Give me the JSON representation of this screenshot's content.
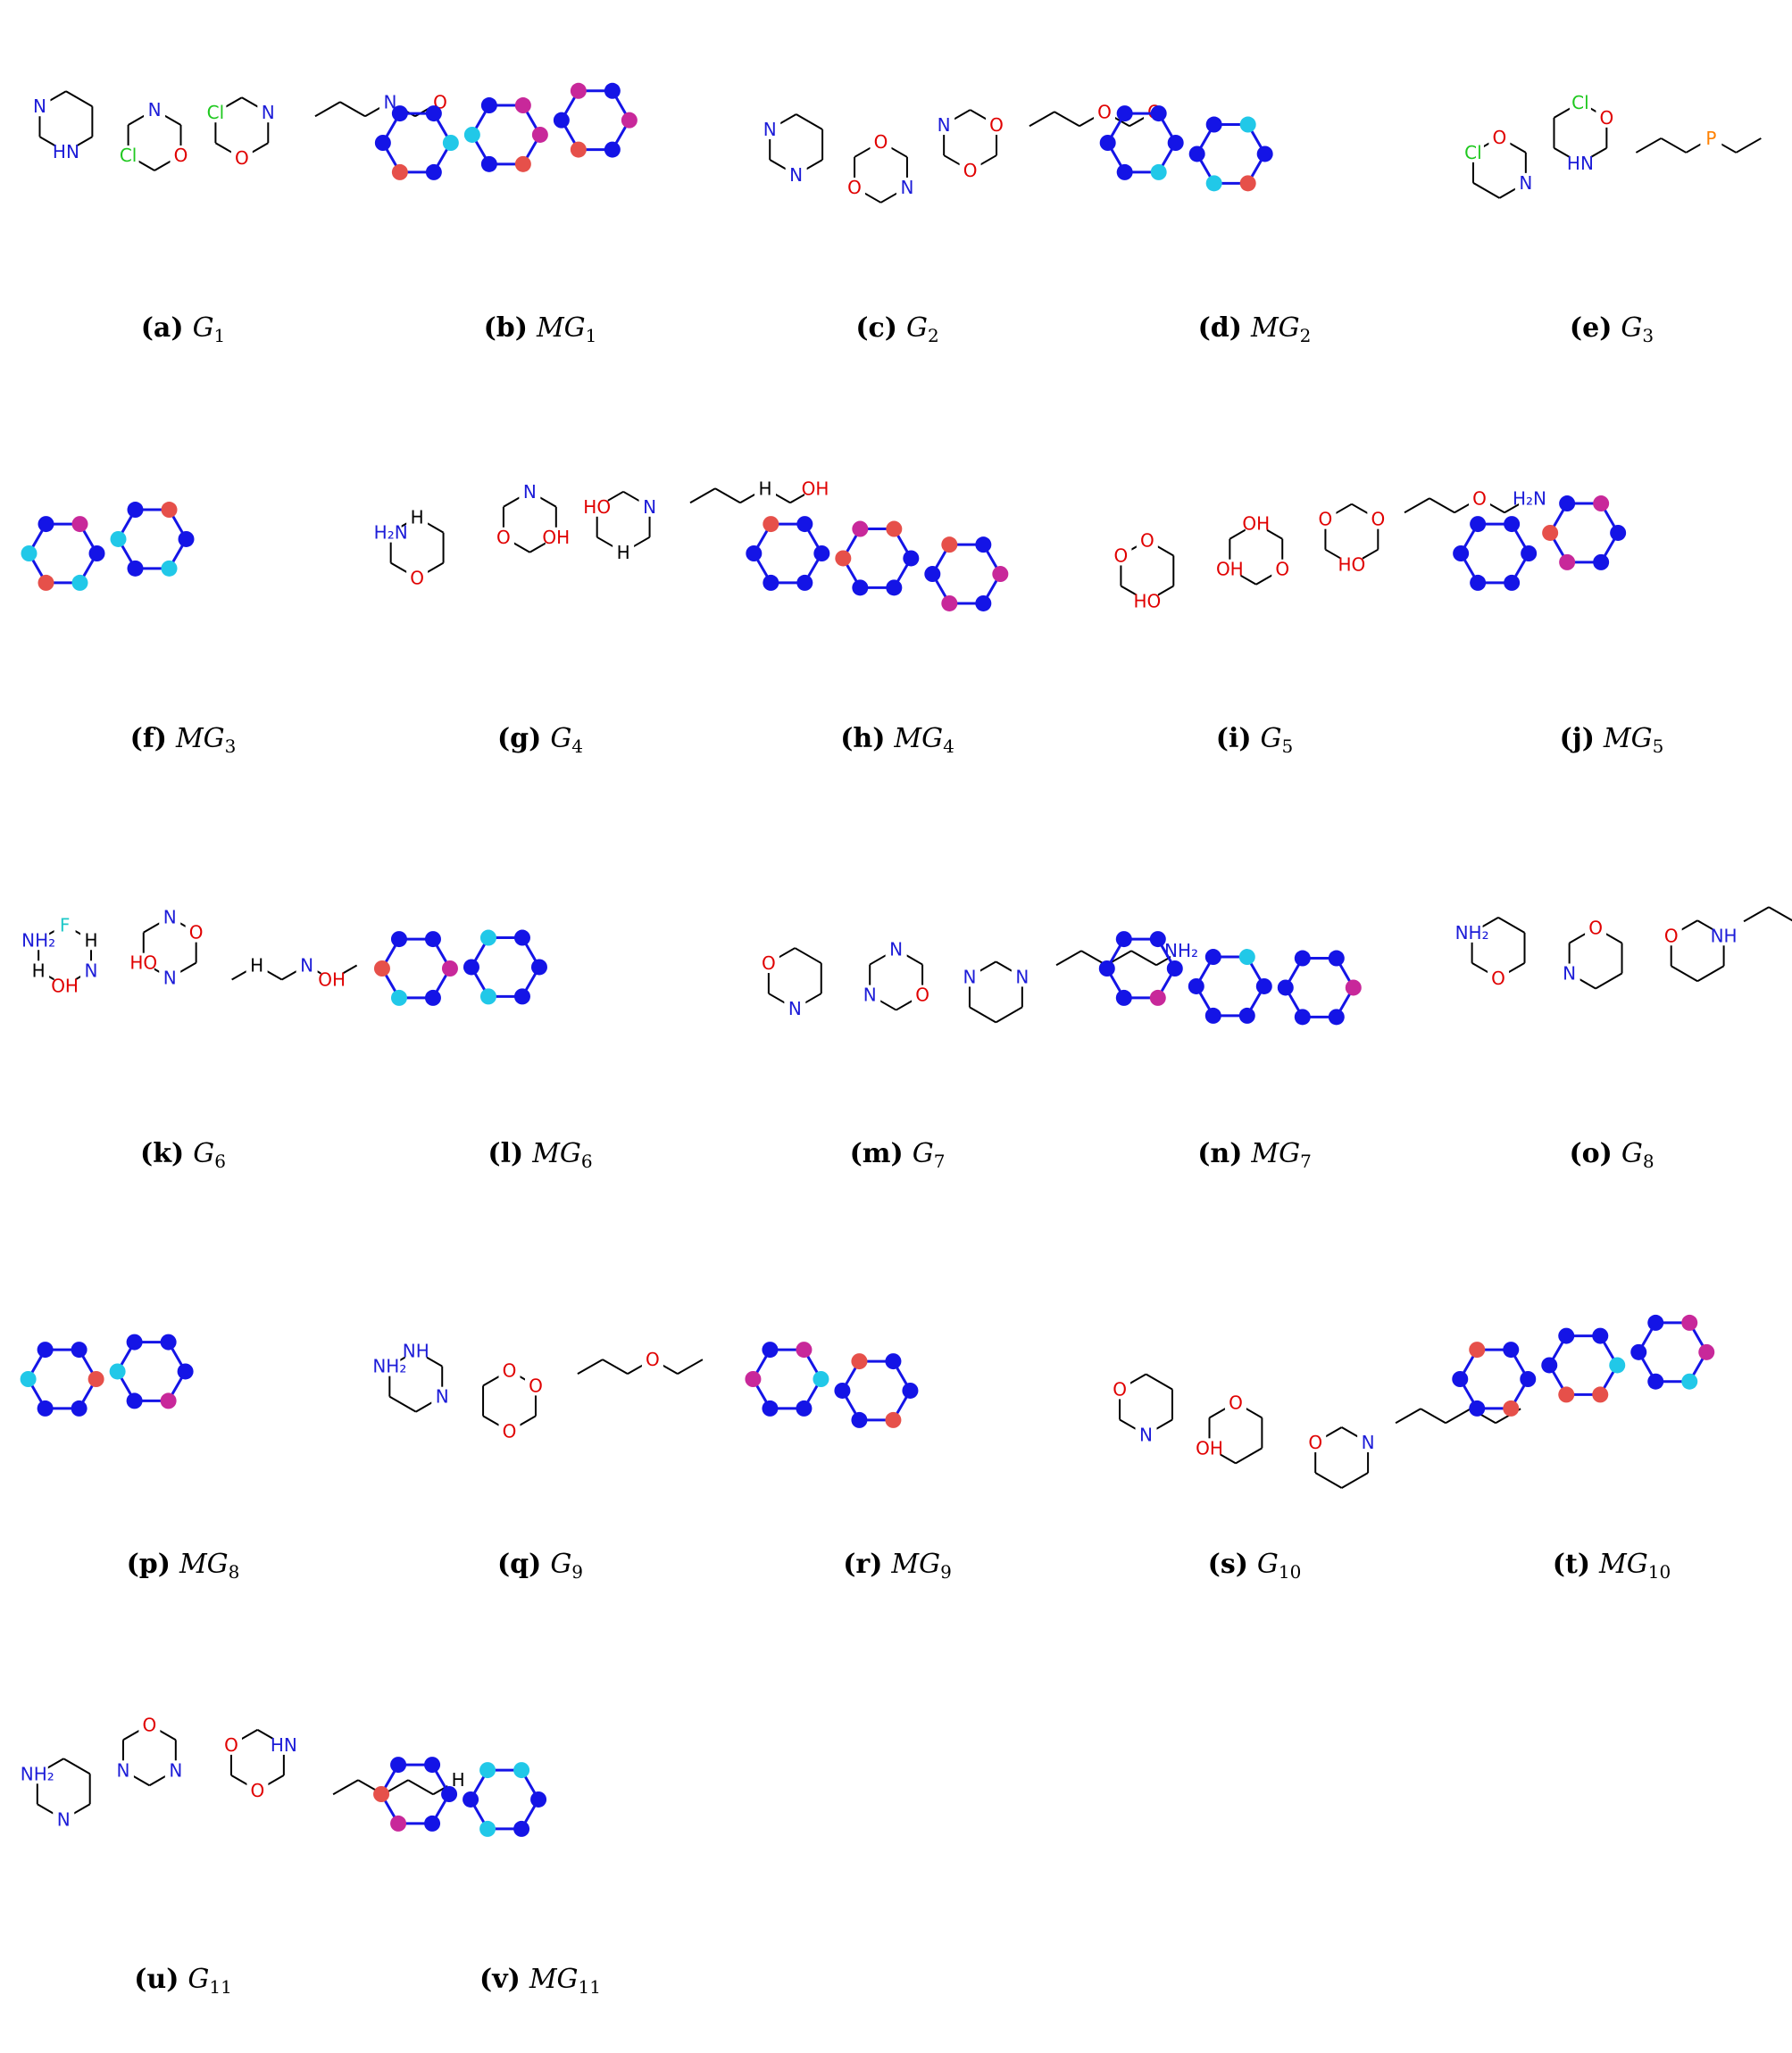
{
  "colors": {
    "atom_blue": "#1414e6",
    "atom_magenta": "#c8289a",
    "atom_red": "#e6504a",
    "atom_cyan": "#21c8e8",
    "atom_mint": "#9be0cf",
    "atom_tan": "#e8c98a",
    "atom_lime": "#a8e020",
    "bond_black": "#000000",
    "label_N": "#1c1cd8",
    "label_O": "#e00000",
    "label_Cl": "#1ec81e",
    "label_F": "#1ec8c8",
    "label_P": "#ff8000"
  },
  "panels": [
    {
      "id": "a",
      "label": "(a)",
      "name": "G",
      "sub": "1",
      "kind": "skeletal",
      "seed": 11,
      "atoms": [
        {
          "t": "N",
          "c": "label_N"
        },
        {
          "t": "N",
          "c": "label_N"
        },
        {
          "t": "N",
          "c": "label_N"
        },
        {
          "t": "HN",
          "c": "label_N"
        },
        {
          "t": "Cl",
          "c": "label_Cl"
        },
        {
          "t": "Cl",
          "c": "label_Cl"
        },
        {
          "t": "O",
          "c": "label_O"
        },
        {
          "t": "O",
          "c": "label_O"
        },
        {
          "t": "O",
          "c": "label_O"
        },
        {
          "t": "N",
          "c": "label_N"
        }
      ]
    },
    {
      "id": "b",
      "label": "(b)",
      "name": "MG",
      "sub": "1",
      "kind": "ball",
      "seed": 12
    },
    {
      "id": "c",
      "label": "(c)",
      "name": "G",
      "sub": "2",
      "kind": "skeletal",
      "seed": 13,
      "atoms": [
        {
          "t": "N",
          "c": "label_N"
        },
        {
          "t": "O",
          "c": "label_O"
        },
        {
          "t": "O",
          "c": "label_O"
        },
        {
          "t": "N",
          "c": "label_N"
        },
        {
          "t": "O",
          "c": "label_O"
        },
        {
          "t": "N",
          "c": "label_N"
        },
        {
          "t": "O",
          "c": "label_O"
        },
        {
          "t": "N",
          "c": "label_N"
        },
        {
          "t": "O",
          "c": "label_O"
        },
        {
          "t": "O",
          "c": "label_O"
        }
      ]
    },
    {
      "id": "d",
      "label": "(d)",
      "name": "MG",
      "sub": "2",
      "kind": "ball",
      "seed": 14
    },
    {
      "id": "e",
      "label": "(e)",
      "name": "G",
      "sub": "3",
      "kind": "skeletal",
      "seed": 15,
      "atoms": [
        {
          "t": "Cl",
          "c": "label_Cl"
        },
        {
          "t": "Cl",
          "c": "label_Cl"
        },
        {
          "t": "N",
          "c": "label_N"
        },
        {
          "t": "HN",
          "c": "label_N"
        },
        {
          "t": "P",
          "c": "label_P"
        },
        {
          "t": "O",
          "c": "label_O"
        },
        {
          "t": "O",
          "c": "label_O"
        }
      ]
    },
    {
      "id": "f",
      "label": "(f)",
      "name": "MG",
      "sub": "3",
      "kind": "ball",
      "seed": 16
    },
    {
      "id": "g",
      "label": "(g)",
      "name": "G",
      "sub": "4",
      "kind": "skeletal",
      "seed": 17,
      "atoms": [
        {
          "t": "H₂N",
          "c": "label_N"
        },
        {
          "t": "N",
          "c": "label_N"
        },
        {
          "t": "N",
          "c": "label_N"
        },
        {
          "t": "O",
          "c": "label_O"
        },
        {
          "t": "O",
          "c": "label_O"
        },
        {
          "t": "HO",
          "c": "label_O"
        },
        {
          "t": "OH",
          "c": "label_O"
        },
        {
          "t": "OH",
          "c": "label_O"
        },
        {
          "t": "H",
          "c": "bond_black"
        },
        {
          "t": "H",
          "c": "bond_black"
        },
        {
          "t": "H",
          "c": "bond_black"
        }
      ]
    },
    {
      "id": "h",
      "label": "(h)",
      "name": "MG",
      "sub": "4",
      "kind": "ball",
      "seed": 18
    },
    {
      "id": "i",
      "label": "(i)",
      "name": "G",
      "sub": "5",
      "kind": "skeletal",
      "seed": 19,
      "atoms": [
        {
          "t": "O",
          "c": "label_O"
        },
        {
          "t": "OH",
          "c": "label_O"
        },
        {
          "t": "O",
          "c": "label_O"
        },
        {
          "t": "HO",
          "c": "label_O"
        },
        {
          "t": "OH",
          "c": "label_O"
        },
        {
          "t": "O",
          "c": "label_O"
        },
        {
          "t": "H₂N",
          "c": "label_N"
        },
        {
          "t": "O",
          "c": "label_O"
        },
        {
          "t": "HO",
          "c": "label_O"
        },
        {
          "t": "O",
          "c": "label_O"
        },
        {
          "t": "O",
          "c": "label_O"
        }
      ]
    },
    {
      "id": "j",
      "label": "(j)",
      "name": "MG",
      "sub": "5",
      "kind": "ball",
      "seed": 20
    },
    {
      "id": "k",
      "label": "(k)",
      "name": "G",
      "sub": "6",
      "kind": "skeletal",
      "seed": 21,
      "atoms": [
        {
          "t": "NH₂",
          "c": "label_N"
        },
        {
          "t": "N",
          "c": "label_N"
        },
        {
          "t": "N",
          "c": "label_N"
        },
        {
          "t": "N",
          "c": "label_N"
        },
        {
          "t": "N",
          "c": "label_N"
        },
        {
          "t": "F",
          "c": "label_F"
        },
        {
          "t": "O",
          "c": "label_O"
        },
        {
          "t": "OH",
          "c": "label_O"
        },
        {
          "t": "HO",
          "c": "label_O"
        },
        {
          "t": "OH",
          "c": "label_O"
        },
        {
          "t": "H",
          "c": "bond_black"
        },
        {
          "t": "H",
          "c": "bond_black"
        },
        {
          "t": "H",
          "c": "bond_black"
        }
      ]
    },
    {
      "id": "l",
      "label": "(l)",
      "name": "MG",
      "sub": "6",
      "kind": "ball",
      "seed": 22
    },
    {
      "id": "m",
      "label": "(m)",
      "name": "G",
      "sub": "7",
      "kind": "skeletal",
      "seed": 23,
      "atoms": [
        {
          "t": "O",
          "c": "label_O"
        },
        {
          "t": "N",
          "c": "label_N"
        },
        {
          "t": "N",
          "c": "label_N"
        },
        {
          "t": "N",
          "c": "label_N"
        },
        {
          "t": "N",
          "c": "label_N"
        },
        {
          "t": "N",
          "c": "label_N"
        },
        {
          "t": "NH₂",
          "c": "label_N"
        },
        {
          "t": "O",
          "c": "label_O"
        }
      ]
    },
    {
      "id": "n",
      "label": "(n)",
      "name": "MG",
      "sub": "7",
      "kind": "ball",
      "seed": 24
    },
    {
      "id": "o",
      "label": "(o)",
      "name": "G",
      "sub": "8",
      "kind": "skeletal",
      "seed": 25,
      "atoms": [
        {
          "t": "NH₂",
          "c": "label_N"
        },
        {
          "t": "O",
          "c": "label_O"
        },
        {
          "t": "NH",
          "c": "label_N"
        },
        {
          "t": "O",
          "c": "label_O"
        },
        {
          "t": "N",
          "c": "label_N"
        },
        {
          "t": "O",
          "c": "label_O"
        }
      ]
    },
    {
      "id": "p",
      "label": "(p)",
      "name": "MG",
      "sub": "8",
      "kind": "ball",
      "seed": 26
    },
    {
      "id": "q",
      "label": "(q)",
      "name": "G",
      "sub": "9",
      "kind": "skeletal",
      "seed": 27,
      "atoms": [
        {
          "t": "NH₂",
          "c": "label_N"
        },
        {
          "t": "O",
          "c": "label_O"
        },
        {
          "t": "N",
          "c": "label_N"
        },
        {
          "t": "O",
          "c": "label_O"
        },
        {
          "t": "O",
          "c": "label_O"
        },
        {
          "t": "NH",
          "c": "label_N"
        },
        {
          "t": "O",
          "c": "label_O"
        }
      ]
    },
    {
      "id": "r",
      "label": "(r)",
      "name": "MG",
      "sub": "9",
      "kind": "ball",
      "seed": 28
    },
    {
      "id": "s",
      "label": "(s)",
      "name": "G",
      "sub": "10",
      "kind": "skeletal",
      "seed": 29,
      "atoms": [
        {
          "t": "O",
          "c": "label_O"
        },
        {
          "t": "O",
          "c": "label_O"
        },
        {
          "t": "N",
          "c": "label_N"
        },
        {
          "t": "N",
          "c": "label_N"
        },
        {
          "t": "OH",
          "c": "label_O"
        },
        {
          "t": "O",
          "c": "label_O"
        }
      ]
    },
    {
      "id": "t",
      "label": "(t)",
      "name": "MG",
      "sub": "10",
      "kind": "ball",
      "seed": 30
    },
    {
      "id": "u",
      "label": "(u)",
      "name": "G",
      "sub": "11",
      "kind": "skeletal",
      "seed": 31,
      "atoms": [
        {
          "t": "NH₂",
          "c": "label_N"
        },
        {
          "t": "O",
          "c": "label_O"
        },
        {
          "t": "HN",
          "c": "label_N"
        },
        {
          "t": "N",
          "c": "label_N"
        },
        {
          "t": "N",
          "c": "label_N"
        },
        {
          "t": "O",
          "c": "label_O"
        },
        {
          "t": "H",
          "c": "bond_black"
        },
        {
          "t": "N",
          "c": "label_N"
        },
        {
          "t": "O",
          "c": "label_O"
        }
      ]
    },
    {
      "id": "v",
      "label": "(v)",
      "name": "MG",
      "sub": "11",
      "kind": "ball",
      "seed": 32
    }
  ]
}
